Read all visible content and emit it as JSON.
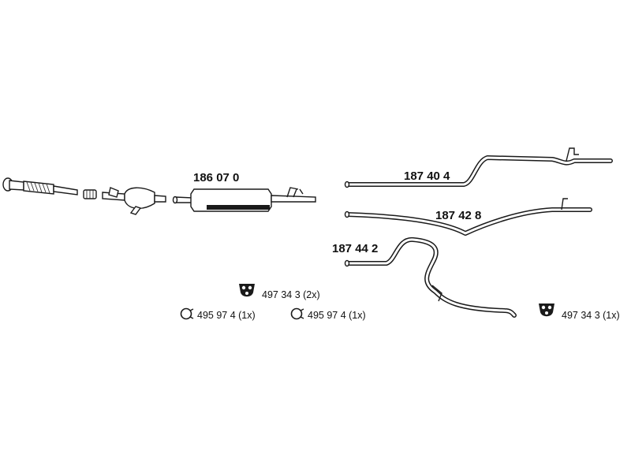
{
  "parts": {
    "rear_silencer": {
      "number": "186 07 0"
    },
    "pipe_upper": {
      "number": "187 40 4"
    },
    "pipe_middle": {
      "number": "187 42 8"
    },
    "pipe_lower": {
      "number": "187 44 2"
    }
  },
  "accessories": {
    "rubber_mount_center": {
      "text": "497 34 3  (2x)",
      "icon": "rubber-mount-icon"
    },
    "clamp_ring_left": {
      "text": "495 97 4  (1x)",
      "icon": "clamp-ring-icon"
    },
    "clamp_ring_mid": {
      "text": "495 97 4  (1x)",
      "icon": "clamp-ring-icon"
    },
    "rubber_mount_right": {
      "text": "497 34 3  (1x)",
      "icon": "rubber-mount-icon"
    }
  },
  "colors": {
    "line": "#1a1a1a",
    "fill": "#ffffff",
    "shade": "#9a9a9a"
  }
}
